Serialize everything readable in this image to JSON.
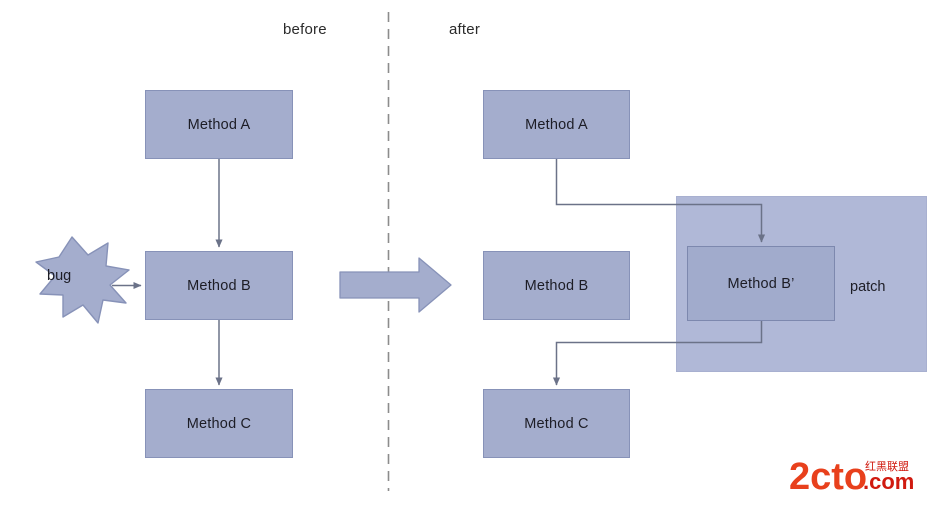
{
  "diagram": {
    "title_columns": {
      "before": "before",
      "after": "after"
    },
    "before_column": {
      "nodes": [
        {
          "id": "method-a",
          "label": "Method A"
        },
        {
          "id": "method-b",
          "label": "Method B"
        },
        {
          "id": "method-c",
          "label": "Method C"
        }
      ],
      "annotation": {
        "id": "bug",
        "label": "bug",
        "shape": "7-point-star"
      },
      "edges": [
        {
          "from": "bug",
          "to": "method-b",
          "style": "straight-arrow"
        },
        {
          "from": "method-a",
          "to": "method-b",
          "style": "straight-arrow"
        },
        {
          "from": "method-b",
          "to": "method-c",
          "style": "straight-arrow"
        }
      ]
    },
    "after_column": {
      "nodes": [
        {
          "id": "method-a",
          "label": "Method A"
        },
        {
          "id": "method-b",
          "label": "Method B"
        },
        {
          "id": "method-c",
          "label": "Method C"
        },
        {
          "id": "method-b-prime",
          "label": "Method B’"
        }
      ],
      "patch": {
        "id": "patch",
        "label": "patch"
      },
      "edges": [
        {
          "from": "method-a",
          "to": "method-b-prime",
          "style": "orthogonal-arrow"
        },
        {
          "from": "method-b-prime",
          "to": "method-c",
          "style": "orthogonal-arrow"
        }
      ]
    },
    "transition_arrow": {
      "name": "before-after-transition-arrow",
      "direction": "right"
    },
    "divider": {
      "name": "column-divider",
      "style": "dashed-vertical"
    },
    "colors": {
      "node_fill": "#a4adcd",
      "node_stroke": "#8792b8",
      "patch_fill": "#b0b8d7",
      "connector": "#6b7288",
      "big_arrow_fill": "#a4adcd",
      "big_arrow_stroke": "#8792b8",
      "divider": "#8c8c8c",
      "text": "#1d1d26",
      "watermark_primary": "#e8401c",
      "watermark_secondary": "#d01a0f"
    },
    "watermark": {
      "brand": "2cto",
      "tld": ".com",
      "chinese": "红黑联盟"
    }
  }
}
